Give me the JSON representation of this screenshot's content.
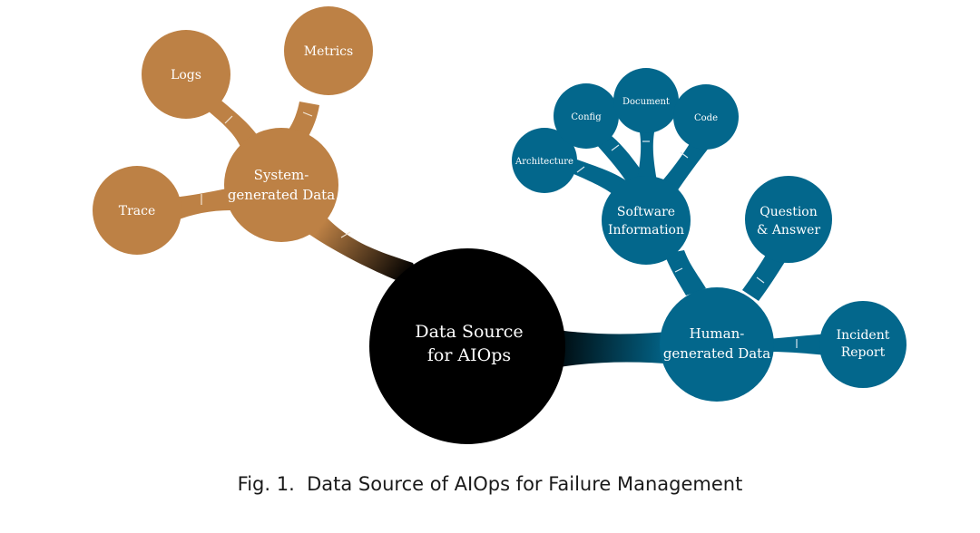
{
  "colors": {
    "root": "#000000",
    "system": "#bd8145",
    "human": "#03678c",
    "divider": "#f2e4d2",
    "divider_blue": "#d6e6ef"
  },
  "root": {
    "lines": [
      "Data Source",
      "for AIOps"
    ]
  },
  "system_branch": {
    "hub_lines": [
      "System-",
      "generated Data"
    ],
    "leaves": [
      {
        "id": "logs",
        "label": "Logs"
      },
      {
        "id": "metrics",
        "label": "Metrics"
      },
      {
        "id": "trace",
        "label": "Trace"
      }
    ]
  },
  "human_branch": {
    "hub_lines": [
      "Human-",
      "generated Data"
    ],
    "software": {
      "hub_lines": [
        "Software",
        "Information"
      ],
      "leaves": [
        {
          "id": "architecture",
          "label": "Architecture"
        },
        {
          "id": "config",
          "label": "Config"
        },
        {
          "id": "document",
          "label": "Document"
        },
        {
          "id": "code",
          "label": "Code"
        }
      ]
    },
    "qa_lines": [
      "Question",
      "& Answer"
    ],
    "incident_lines": [
      "Incident",
      "Report"
    ]
  },
  "caption": {
    "label": "Fig. 1.",
    "text": "Data Source of AIOps for Failure Management"
  }
}
